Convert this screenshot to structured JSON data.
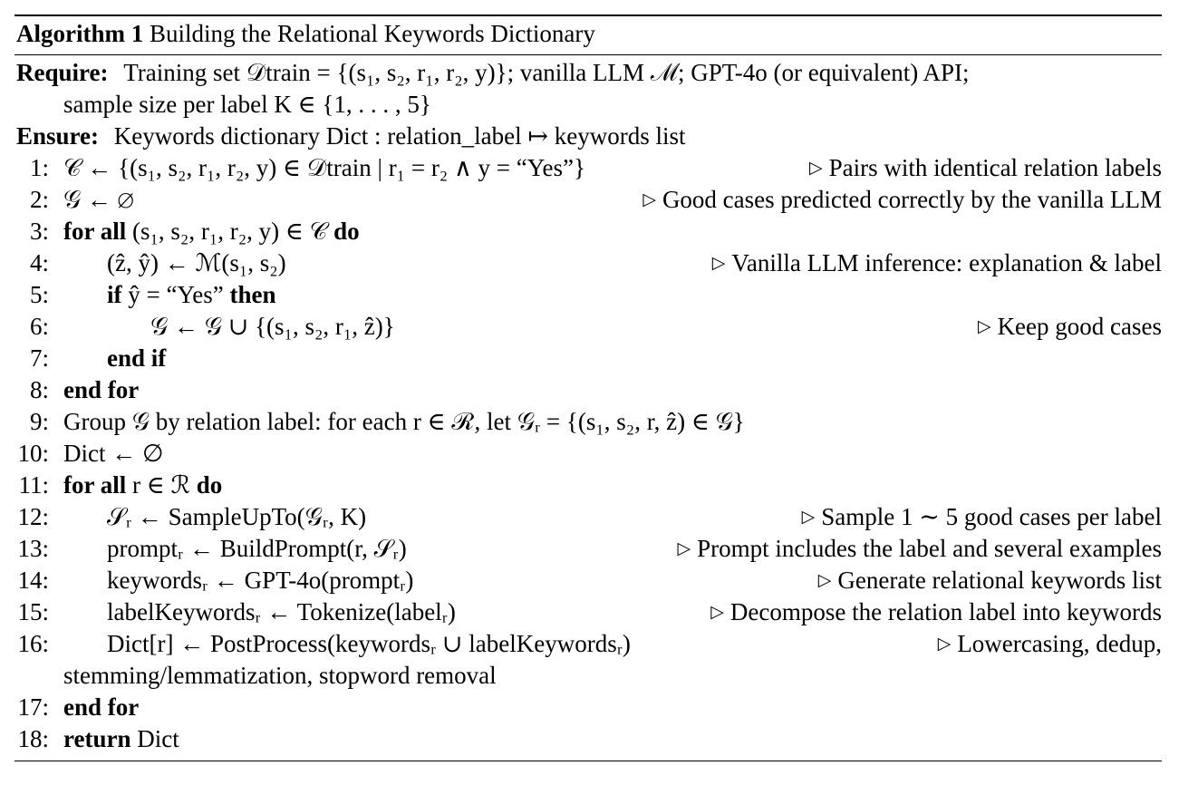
{
  "caption": {
    "number": "Algorithm 1",
    "title": "Building the Relational Keywords Dictionary"
  },
  "require": {
    "label": "Require:",
    "text_line1": "Training set 𝒟train = {(s₁, s₂, r₁, r₂, y)}; vanilla LLM ℳ; GPT-4o (or equivalent) API;",
    "text_line2": "sample size per label K ∈ {1, . . . , 5}"
  },
  "ensure": {
    "label": "Ensure:",
    "text": "Keywords dictionary Dict : relation_label ↦ keywords list"
  },
  "lines": [
    {
      "num": "1:",
      "indent": 1,
      "code": "𝒞 ← {(s₁, s₂, r₁, r₂, y) ∈ 𝒟train | r₁ = r₂ ∧ y = “Yes”}",
      "comment": "Pairs with identical relation labels"
    },
    {
      "num": "2:",
      "indent": 1,
      "code": "𝒢 ← ∅",
      "comment": "Good cases predicted correctly by the vanilla LLM"
    },
    {
      "num": "3:",
      "indent": 1,
      "code": "for all (s₁, s₂, r₁, r₂, y) ∈ 𝒞 do",
      "comment": ""
    },
    {
      "num": "4:",
      "indent": 2,
      "code": "(ẑ, ŷ) ← ℳ(s₁, s₂)",
      "comment": "Vanilla LLM inference: explanation & label"
    },
    {
      "num": "5:",
      "indent": 2,
      "code": "if ŷ = “Yes” then",
      "comment": ""
    },
    {
      "num": "6:",
      "indent": 3,
      "code": "𝒢 ← 𝒢 ∪ {(s₁, s₂, r₁, ẑ)}",
      "comment": "Keep good cases"
    },
    {
      "num": "7:",
      "indent": 2,
      "code": "end if",
      "comment": ""
    },
    {
      "num": "8:",
      "indent": 1,
      "code": "end for",
      "comment": ""
    },
    {
      "num": "9:",
      "indent": 1,
      "code": "Group 𝒢 by relation label: for each r ∈ ℛ, let 𝒢ᵣ = {(s₁, s₂, r, ẑ) ∈ 𝒢}",
      "comment": ""
    },
    {
      "num": "10:",
      "indent": 1,
      "code": "Dict ← ∅",
      "comment": ""
    },
    {
      "num": "11:",
      "indent": 1,
      "code": "for all r ∈ ℛ do",
      "comment": ""
    },
    {
      "num": "12:",
      "indent": 2,
      "code": "𝒮ᵣ ← SampleUpTo(𝒢ᵣ, K)",
      "comment": "Sample 1 ∼ 5 good cases per label"
    },
    {
      "num": "13:",
      "indent": 2,
      "code": "promptᵣ ← BuildPrompt(r, 𝒮ᵣ)",
      "comment": "Prompt includes the label and several examples"
    },
    {
      "num": "14:",
      "indent": 2,
      "code": "keywordsᵣ ← GPT-4o(promptᵣ)",
      "comment": "Generate relational keywords list"
    },
    {
      "num": "15:",
      "indent": 2,
      "code": "labelKeywordsᵣ ← Tokenize(labelᵣ)",
      "comment": "Decompose the relation label into keywords"
    },
    {
      "num": "16:",
      "indent": 2,
      "code": "Dict[r] ← PostProcess(keywordsᵣ ∪ labelKeywordsᵣ)",
      "comment": "Lowercasing, dedup,"
    },
    {
      "num": "",
      "indent": 1,
      "code": "stemming/lemmatization, stopword removal",
      "comment": ""
    },
    {
      "num": "17:",
      "indent": 1,
      "code": "end for",
      "comment": ""
    },
    {
      "num": "18:",
      "indent": 1,
      "code": "return Dict",
      "comment": ""
    }
  ],
  "comment_glyph": "▷"
}
